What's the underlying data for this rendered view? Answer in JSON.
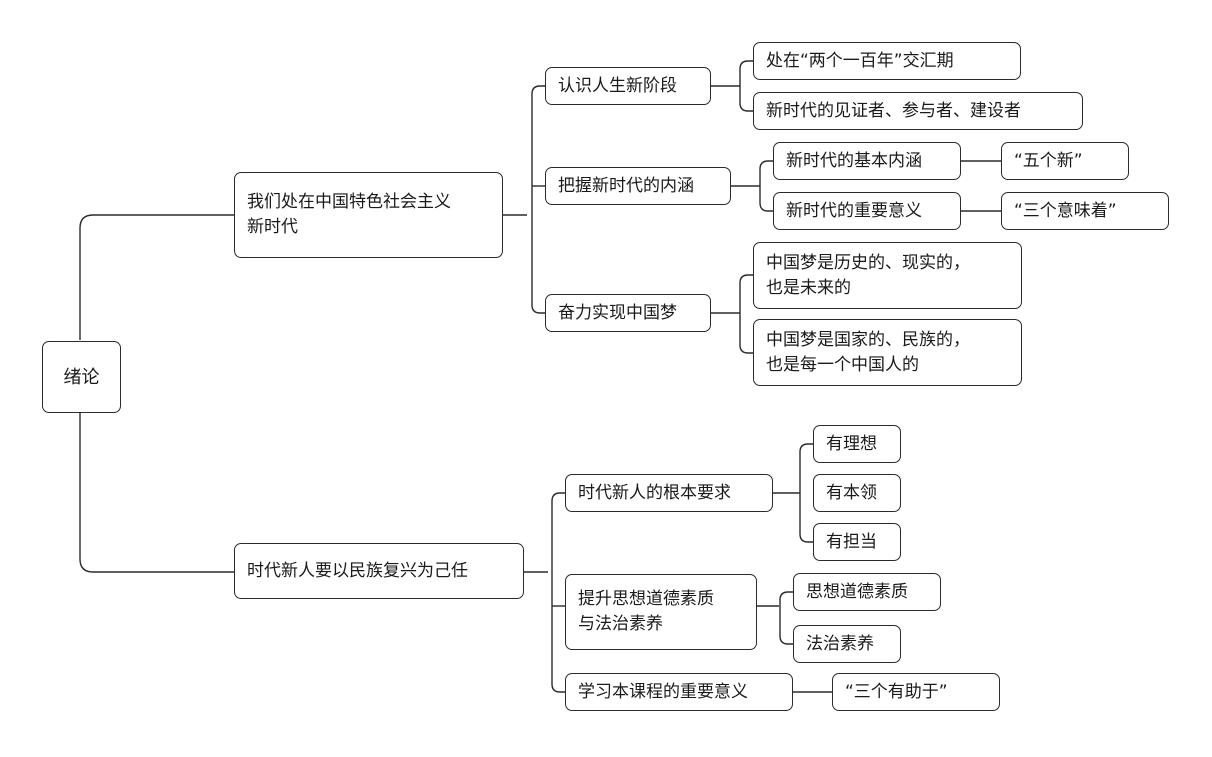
{
  "root": "绪论",
  "branch1": {
    "label": "我们处在中国特色社会主义\n新时代",
    "items": [
      {
        "label": "认识人生新阶段",
        "children": [
          "处在“两个一百年”交汇期",
          "新时代的见证者、参与者、建设者"
        ]
      },
      {
        "label": "把握新时代的内涵",
        "children": [
          {
            "label": "新时代的基本内涵",
            "detail": "“五个新”"
          },
          {
            "label": "新时代的重要意义",
            "detail": "“三个意味着”"
          }
        ]
      },
      {
        "label": "奋力实现中国梦",
        "children": [
          "中国梦是历史的、现实的，\n也是未来的",
          "中国梦是国家的、民族的，\n也是每一个中国人的"
        ]
      }
    ]
  },
  "branch2": {
    "label": "时代新人要以民族复兴为己任",
    "items": [
      {
        "label": "时代新人的根本要求",
        "children": [
          "有理想",
          "有本领",
          "有担当"
        ]
      },
      {
        "label": "提升思想道德素质\n与法治素养",
        "children": [
          "思想道德素质",
          "法治素养"
        ]
      },
      {
        "label": "学习本课程的重要意义",
        "detail": "“三个有助于”"
      }
    ]
  }
}
